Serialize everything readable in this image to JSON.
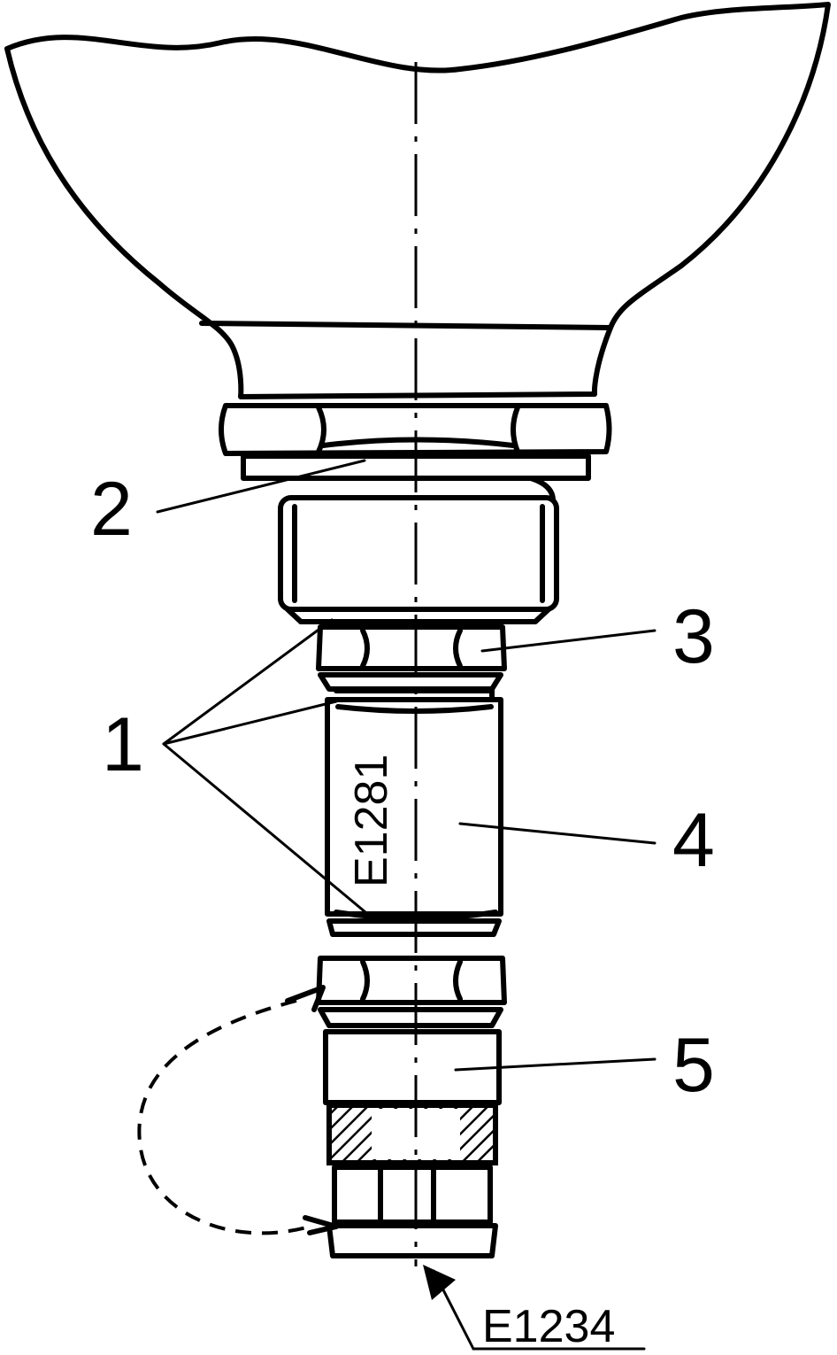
{
  "callouts": {
    "c1": "1",
    "c2": "2",
    "c3": "3",
    "c4": "4",
    "c5": "5"
  },
  "codes": {
    "body_marking": "E1281",
    "figure_code": "E1234"
  },
  "colors": {
    "ink": "#000000",
    "paper": "#ffffff"
  }
}
